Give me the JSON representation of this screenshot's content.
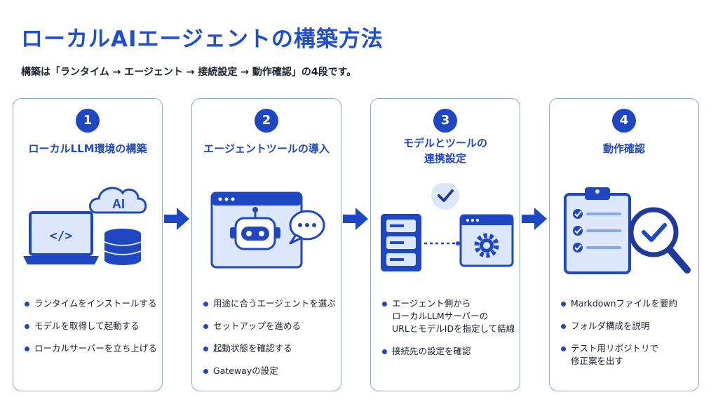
{
  "title": "ローカルAIエージェントの構築方法",
  "subtitle": "構築は「ランタイム → エージェント → 接続設定 → 動作確認」の4段です。",
  "steps": [
    {
      "number": "1",
      "title_lines": [
        "ローカルLLM環境の構築"
      ],
      "illustration_text": "AI",
      "code_glyph": "</>",
      "bullets": [
        [
          "ランタイムをインストールする"
        ],
        [
          "モデルを取得して起動する"
        ],
        [
          "ローカルサーバーを立ち上げる"
        ]
      ]
    },
    {
      "number": "2",
      "title_lines": [
        "エージェントツールの導入"
      ],
      "bullets": [
        [
          "用途に合うエージェントを選ぶ"
        ],
        [
          "セットアップを進める"
        ],
        [
          "起動状態を確認する"
        ],
        [
          "Gatewayの設定"
        ]
      ]
    },
    {
      "number": "3",
      "title_lines": [
        "モデルとツールの",
        "連携設定"
      ],
      "bullets": [
        [
          "エージェント側から",
          "ローカルLLMサーバーの",
          "URLとモデルIDを指定して結線"
        ],
        [
          "接続先の設定を確認"
        ]
      ]
    },
    {
      "number": "4",
      "title_lines": [
        "動作確認"
      ],
      "bullets": [
        [
          "Markdownファイルを要約"
        ],
        [
          "フォルダ構成を説明"
        ],
        [
          "テスト用リポジトリで",
          "修正案を出す"
        ]
      ]
    }
  ],
  "colors": {
    "accent": "#1f47c4",
    "title": "#1f4fd0",
    "card_border": "#8aa8e8",
    "light_fill": "#dce7fb"
  }
}
